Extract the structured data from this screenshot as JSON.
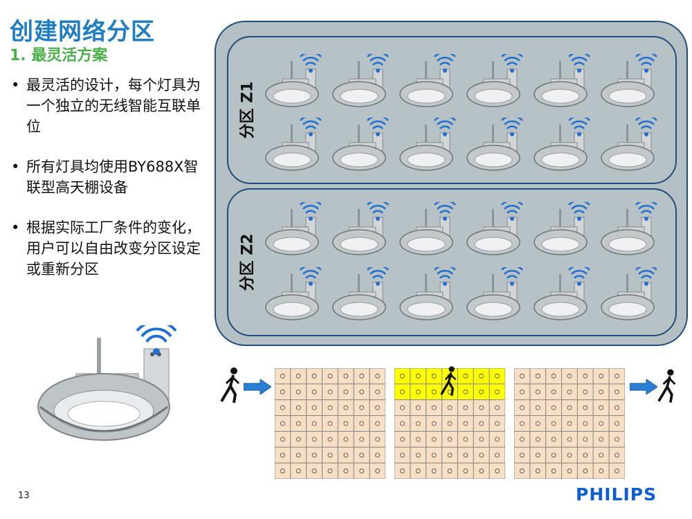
{
  "title": "创建网络分区",
  "subtitle": "1. 最灵活方案",
  "bullets": [
    "最灵活的设计，每个灯具为一个独立的无线智能互联单位",
    "所有灯具均使用BY688X智联型高天棚设备",
    "根据实际工厂条件的变化，用户可以自由改变分区设定或重新分区"
  ],
  "zones": [
    {
      "label": "分区 Z1"
    },
    {
      "label": "分区 Z2"
    }
  ],
  "footer": {
    "page_number": "13",
    "logo": "PHILIPS"
  },
  "colors": {
    "title": "#1f7ec2",
    "subtitle": "#4ab04a",
    "zone_border": "#1f4e79",
    "zone_fill": "#b7c2c6",
    "grid_cell": "#f6dfc4",
    "grid_highlight": "#ffff00",
    "logo": "#0b5ed7"
  }
}
